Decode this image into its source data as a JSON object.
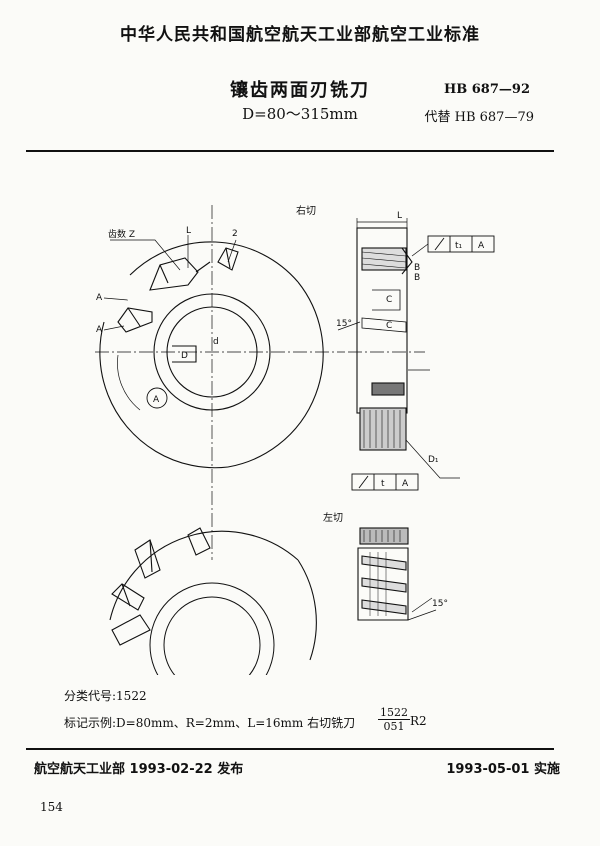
{
  "header": {
    "standard_body": "中华人民共和国航空航天工业部航空工业标准",
    "title": "镶齿两面刃铣刀",
    "subtitle": "D=80～315mm",
    "standard_number": "HB 687—92",
    "replaces": "代替 HB 687—79"
  },
  "drawing": {
    "label_right_cut": "右切",
    "label_left_cut": "左切",
    "label_teeth": "齿数 Z",
    "label_L": "L",
    "label_L_top": "L",
    "label_2": "2",
    "label_A1": "A",
    "label_A2": "A",
    "label_B1": "B",
    "label_B2": "B",
    "label_C1": "C",
    "label_C2": "C",
    "label_d": "d",
    "label_D": "D",
    "label_circle_A": "A",
    "label_15_a": "15°",
    "label_15_b": "15°",
    "label_ref_A": "A",
    "label_t1": "t₁",
    "label_t": "t",
    "label_ref_A2": "A",
    "label_dw": "D₁"
  },
  "notes": {
    "classification": "分类代号:1522",
    "marking_example": "标记示例:D=80mm、R=2mm、L=16mm 右切铣刀",
    "fraction_num": "1522",
    "fraction_den": "051",
    "fraction_suffix": "R2"
  },
  "footer": {
    "publisher": "航空航天工业部 1993-02-22 发布",
    "implementation": "1993-05-01 实施",
    "page_number": "154"
  }
}
